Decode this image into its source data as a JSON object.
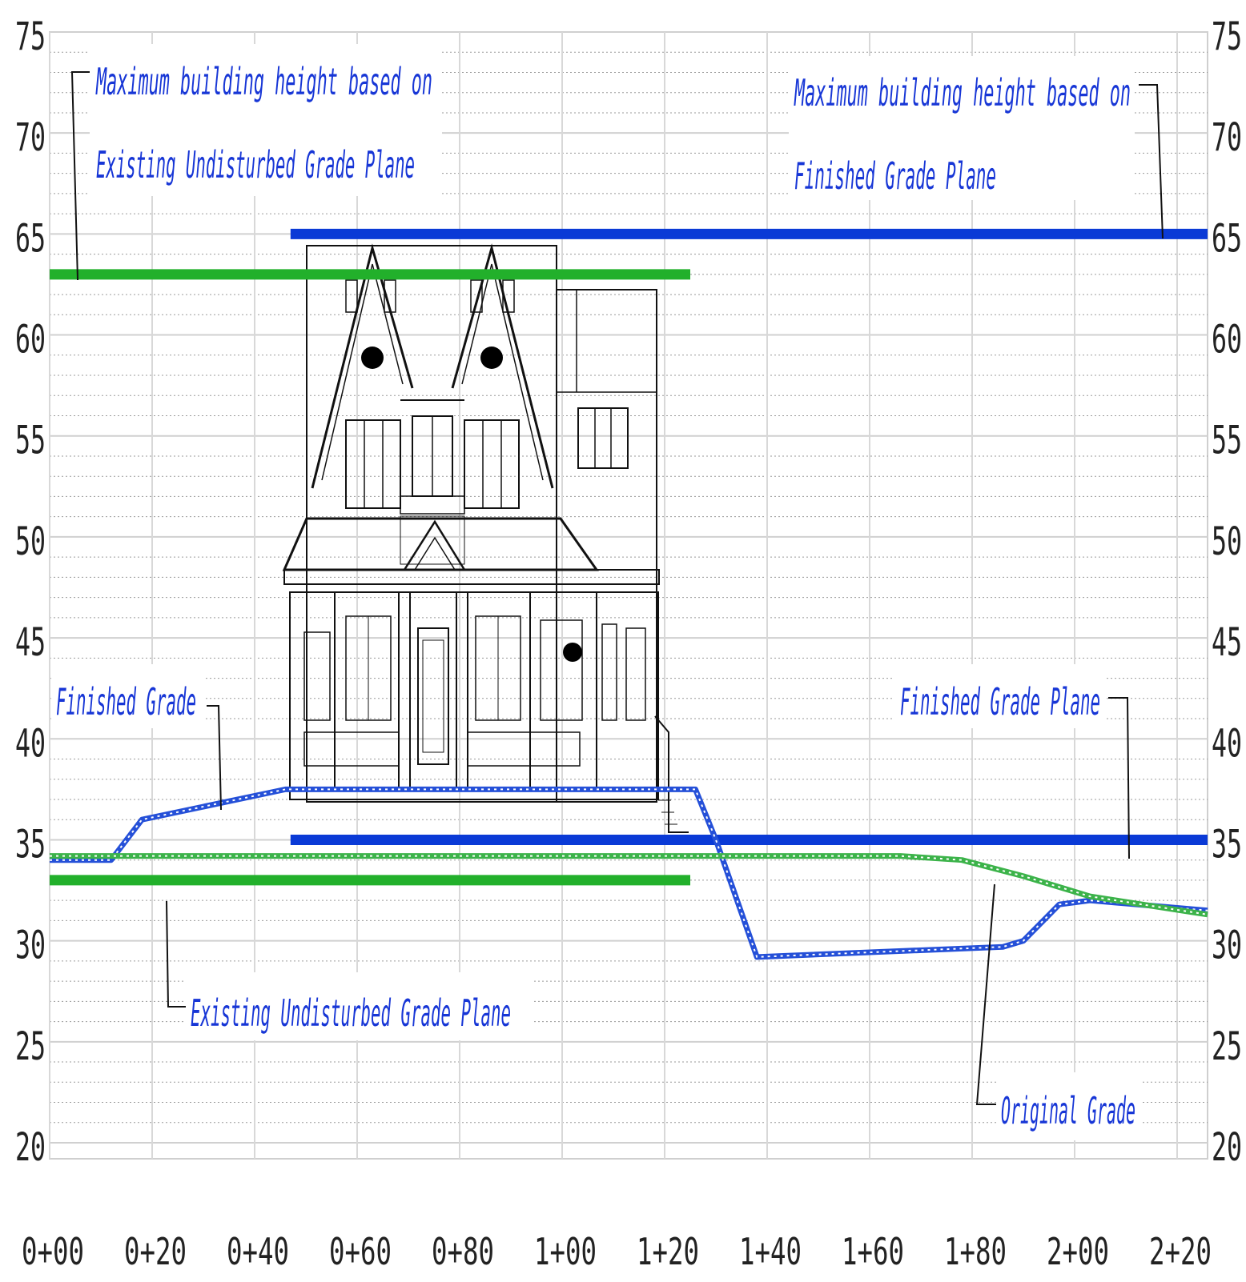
{
  "chart_data": {
    "type": "line",
    "y_axis": {
      "ticks": [
        "75",
        "70",
        "65",
        "60",
        "55",
        "50",
        "45",
        "40",
        "35",
        "30",
        "25",
        "20"
      ],
      "range": [
        20,
        75
      ]
    },
    "x_axis": {
      "ticks": [
        "0+00",
        "0+20",
        "0+40",
        "0+60",
        "0+80",
        "1+00",
        "1+20",
        "1+40",
        "1+60",
        "1+80",
        "2+00",
        "2+20"
      ],
      "range": [
        0,
        226
      ]
    },
    "series": [
      {
        "name": "Finished Grade",
        "color": "#2550d8",
        "x": [
          0,
          12,
          18,
          46,
          50,
          126,
          130,
          138,
          186,
          190,
          197,
          203,
          226
        ],
        "y": [
          34,
          34,
          36,
          37.5,
          37.5,
          37.5,
          35,
          29.2,
          29.7,
          30,
          31.8,
          32,
          31.5
        ]
      },
      {
        "name": "Original Grade",
        "color": "#3cb34a",
        "x": [
          0,
          24,
          50,
          90,
          130,
          166,
          178,
          190,
          203,
          226
        ],
        "y": [
          34.2,
          34.2,
          34.2,
          34.2,
          34.2,
          34.2,
          34,
          33.2,
          32.2,
          31.3
        ]
      }
    ],
    "planes": [
      {
        "name": "Existing Undisturbed Grade Plane",
        "color": "#22b02b",
        "y": 33,
        "x_from": 0,
        "x_to": 125
      },
      {
        "name": "Maximum building height based on Existing Undisturbed Grade Plane",
        "color": "#22b02b",
        "y": 63,
        "x_from": 0,
        "x_to": 125
      },
      {
        "name": "Finished Grade Plane",
        "color": "#0a3ad6",
        "y": 35,
        "x_from": 47,
        "x_to": 226
      },
      {
        "name": "Maximum building height based on Finished Grade Plane",
        "color": "#0a3ad6",
        "y": 65,
        "x_from": 47,
        "x_to": 226
      }
    ]
  },
  "callouts": {
    "max_height_existing": [
      "Maximum building height based on",
      "Existing Undisturbed Grade Plane"
    ],
    "max_height_finished": [
      "Maximum building height based on",
      "Finished Grade Plane"
    ],
    "finished_grade": "Finished Grade",
    "finished_grade_plane": "Finished Grade Plane",
    "existing_undisturbed": "Existing Undisturbed Grade Plane",
    "original_grade": "Original Grade"
  },
  "colors": {
    "callout_text": "#1736d6",
    "gridline": "#d0d0d0",
    "grid_dotted": "#9a9a9a"
  }
}
